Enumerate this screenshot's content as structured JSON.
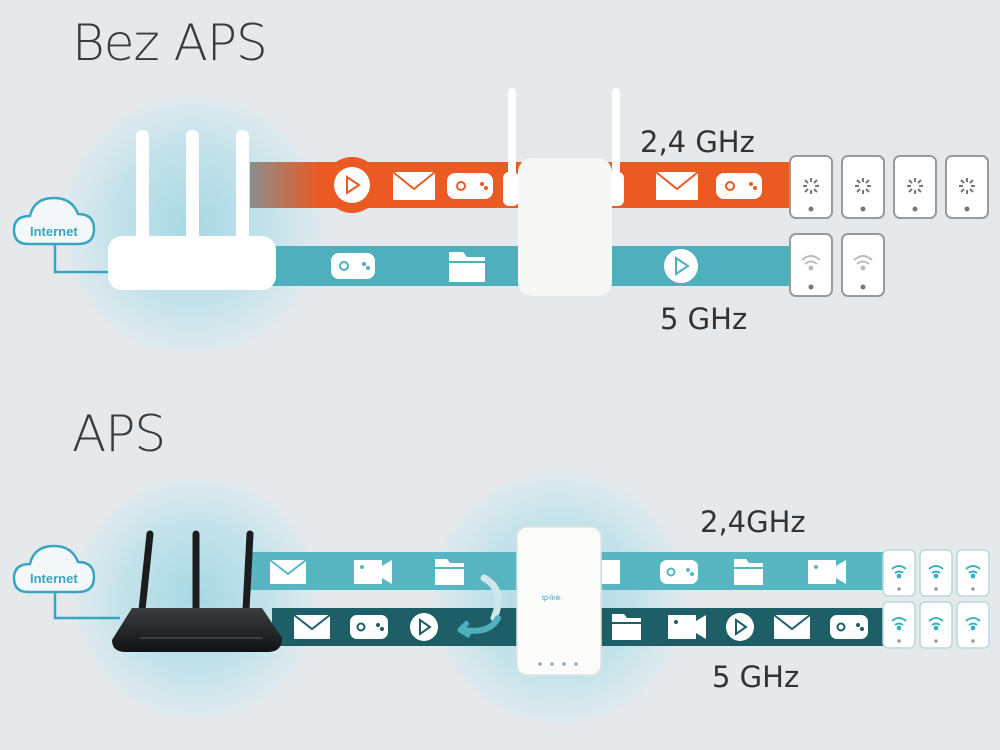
{
  "titles": {
    "without_aps": "Bez APS",
    "with_aps": "APS"
  },
  "bands": {
    "top_24": "2,4 GHz",
    "top_5": "5 GHz",
    "bottom_24": "2,4GHz",
    "bottom_5": "5 GHz"
  },
  "cloud_label": "Internet",
  "brand_label": "tp-link",
  "colors": {
    "background": "#e6e9ec",
    "band_24_without_aps": "#ea5a22",
    "band_5_without_aps": "#4fb0bd",
    "band_24_with_aps": "#57b6c2",
    "band_5_with_aps": "#1e5e67",
    "glow": "#b7e0ea",
    "cloud": "#37a6c0"
  },
  "icons": {
    "top_24_stream": [
      "play-icon",
      "mail-icon",
      "gamepad-icon",
      "mail-icon",
      "gamepad-icon"
    ],
    "top_5_stream": [
      "gamepad-icon",
      "folder-icon",
      "play-icon"
    ],
    "top_devices_24": [
      "loading-icon",
      "loading-icon",
      "loading-icon",
      "loading-icon"
    ],
    "top_devices_5": [
      "wifi-icon",
      "wifi-icon"
    ],
    "bottom_24_stream": [
      "mail-icon",
      "video-icon",
      "folder-icon",
      "mail-icon",
      "gamepad-icon",
      "folder-icon",
      "video-icon"
    ],
    "bottom_5_stream": [
      "mail-icon",
      "gamepad-icon",
      "play-icon",
      "folder-icon",
      "video-icon",
      "play-icon",
      "mail-icon",
      "gamepad-icon"
    ],
    "bottom_devices": [
      "wifi-icon",
      "wifi-icon",
      "wifi-icon",
      "wifi-icon",
      "wifi-icon",
      "wifi-icon"
    ]
  }
}
